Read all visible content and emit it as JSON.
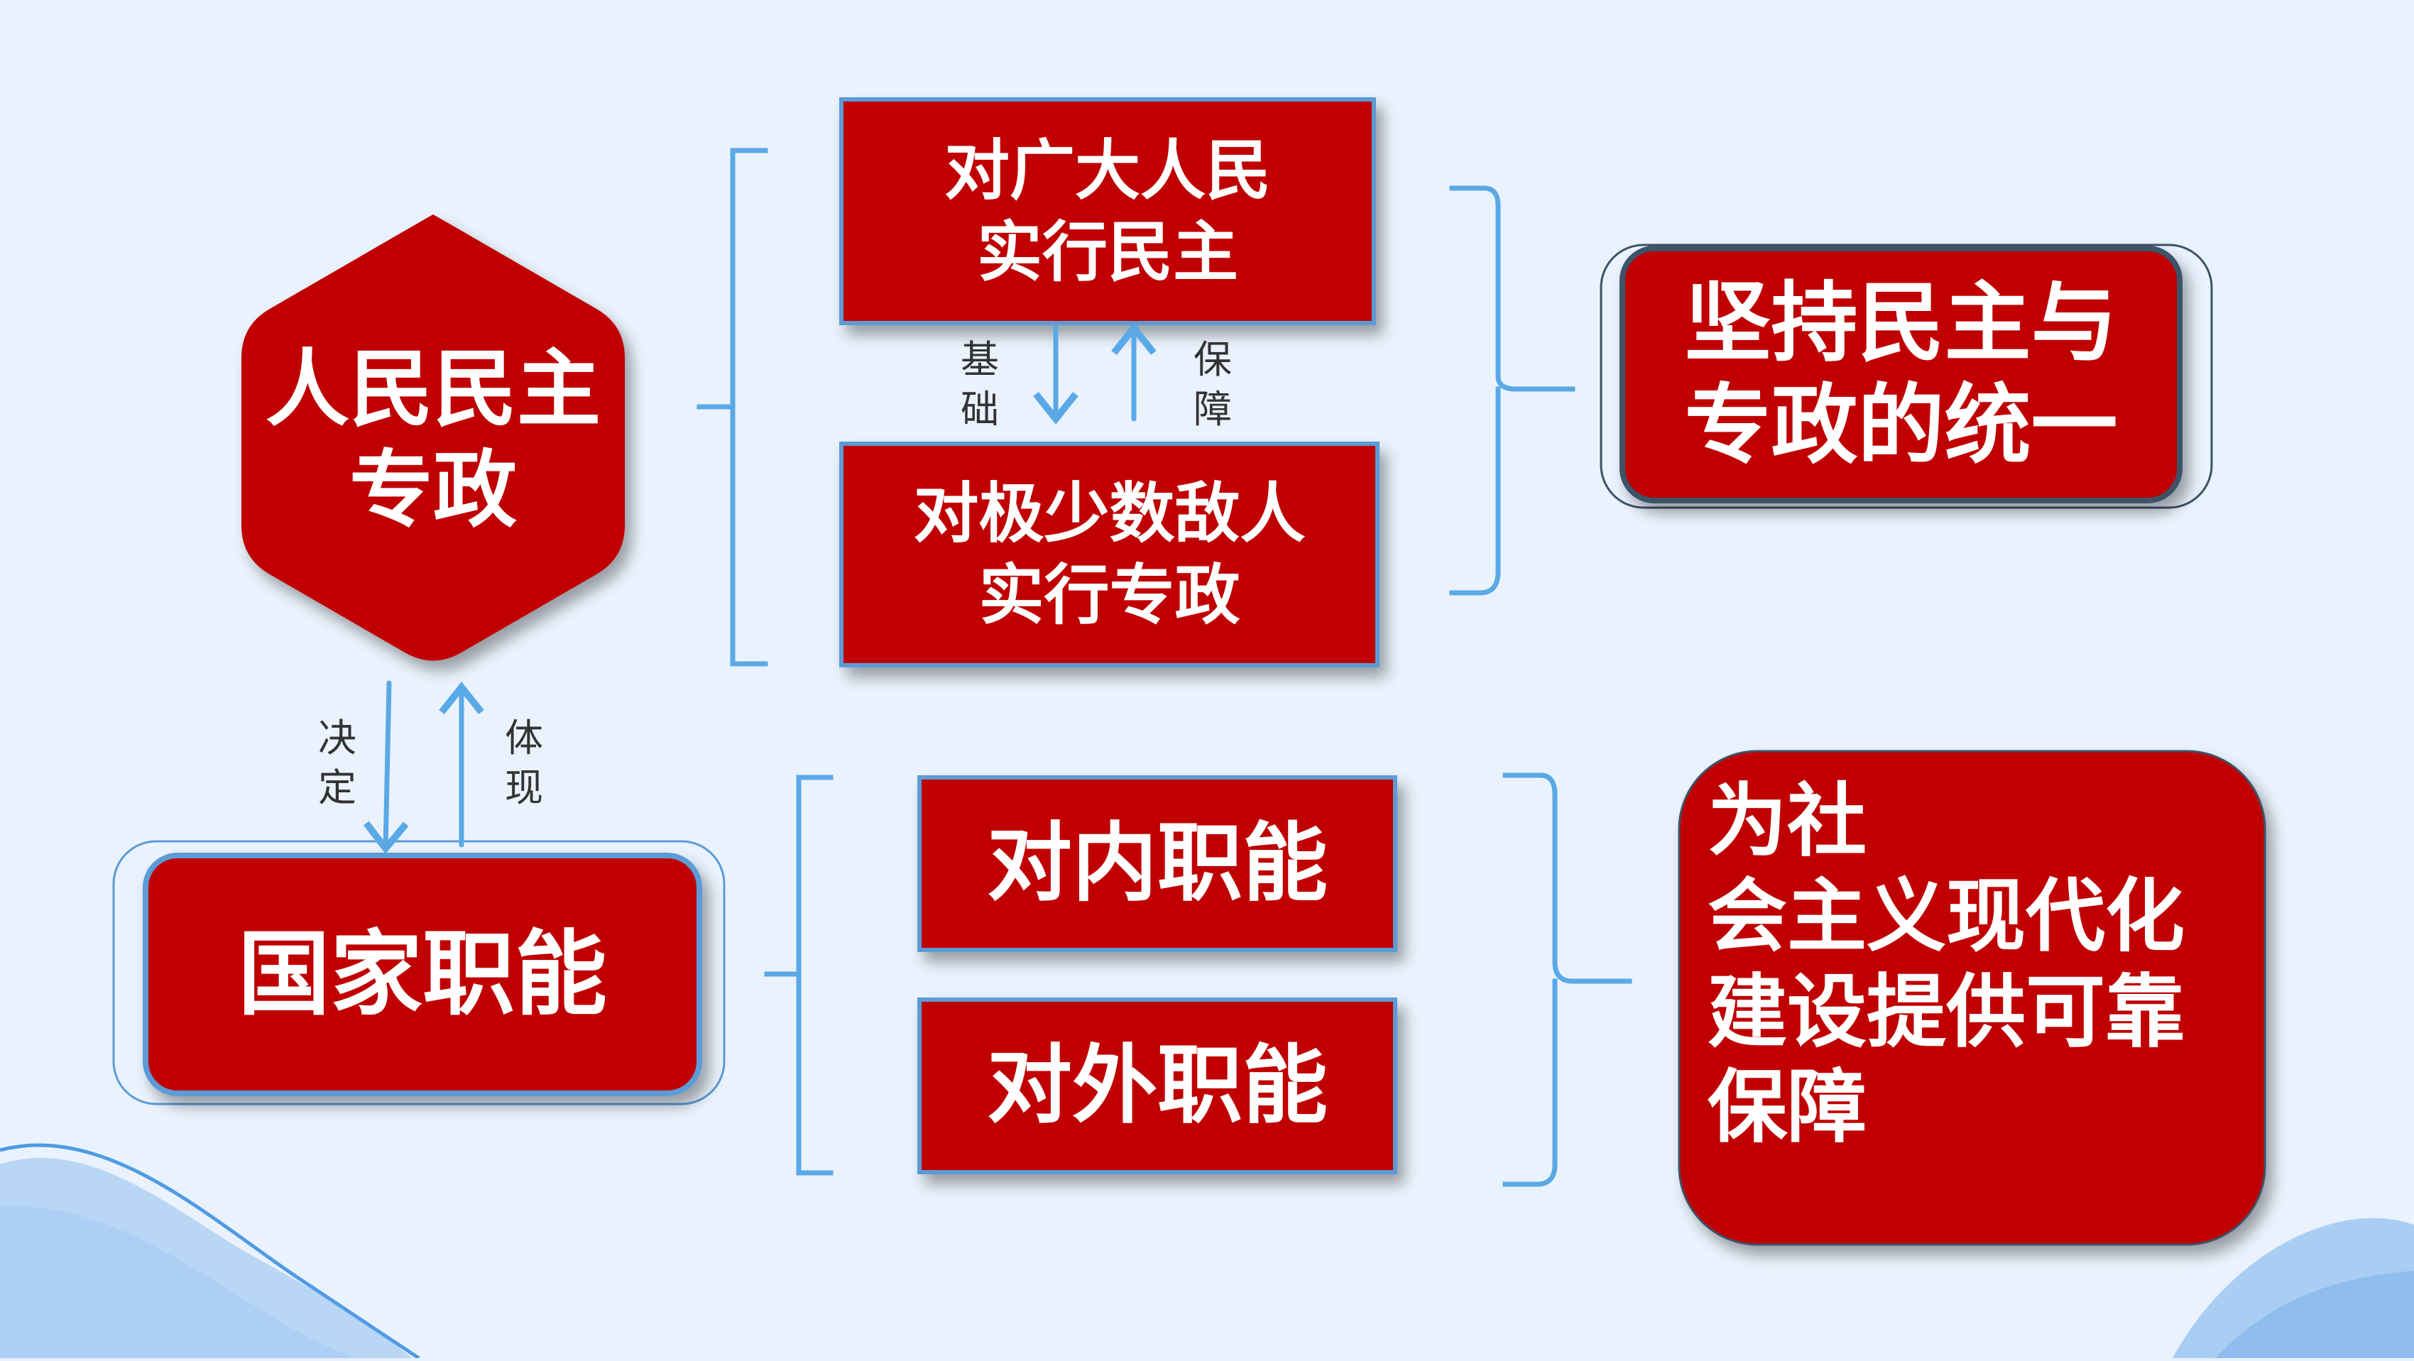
{
  "nodes": {
    "dictatorship": "人民民主\n专政",
    "democracy": "对广大人民\n实行民主",
    "dictate_enemies": "对极少数敌人\n实行专政",
    "unity": "坚持民主与\n专政的统一",
    "state_functions": "国家职能",
    "internal": "对内职能",
    "external": "对外职能",
    "guarantee": "为社\n会主义现代化\n建设提供可靠\n保障"
  },
  "labels": {
    "basis": "基\n础",
    "guarantee": "保\n障",
    "decides": "决\n定",
    "embodies": "体\n现"
  },
  "colors": {
    "background": "#eaf2fd",
    "box_fill": "#c00000",
    "box_border": "#5b9bd5",
    "accent": "#5aa9e6",
    "wave": "#8fbfee"
  }
}
